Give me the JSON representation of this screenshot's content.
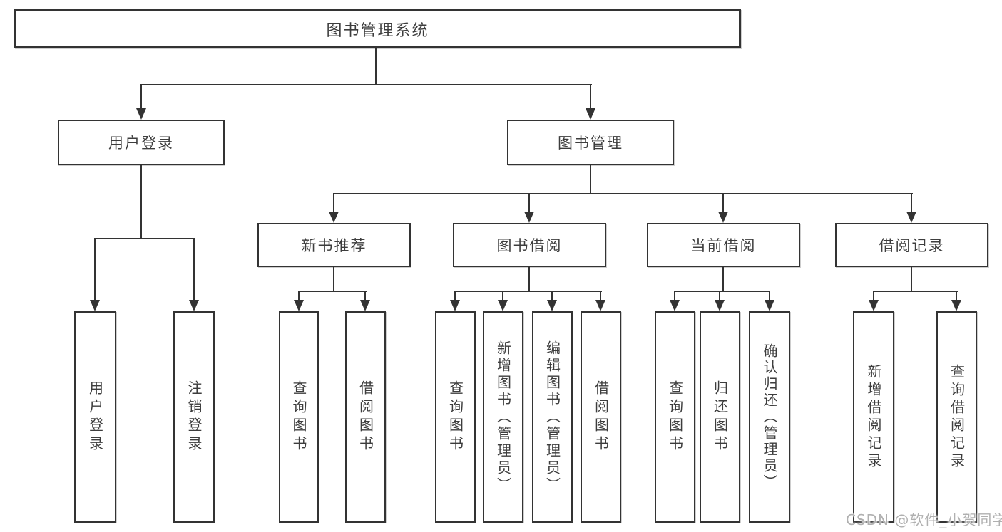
{
  "diagram": {
    "nodes": {
      "root": "图书管理系统",
      "user_login": "用户登录",
      "book_management": "图书管理",
      "ul_user_login": "用户登录",
      "ul_logout": "注销登录",
      "new_book_recommend": "新书推荐",
      "book_borrow": "图书借阅",
      "current_borrow": "当前借阅",
      "borrow_records": "借阅记录",
      "nb_query_book": "查询图书",
      "nb_borrow_book": "借阅图书",
      "bb_query_book": "查询图书",
      "bb_add_book_admin": "新增图书（管理员）",
      "bb_edit_book_admin": "编辑图书（管理员）",
      "bb_borrow_book": "借阅图书",
      "cb_query_book": "查询图书",
      "cb_return_book": "归还图书",
      "cb_confirm_return_admin": "确认归还（管理员）",
      "br_add_record": "新增借阅记录",
      "br_query_record": "查询借阅记录"
    },
    "colors": {
      "line": "#333333",
      "text": "#3d3d3d",
      "background": "#ffffff",
      "watermark": "#b0b0b0"
    }
  },
  "watermark": {
    "text": "CSDN @软件_小贺同学"
  }
}
